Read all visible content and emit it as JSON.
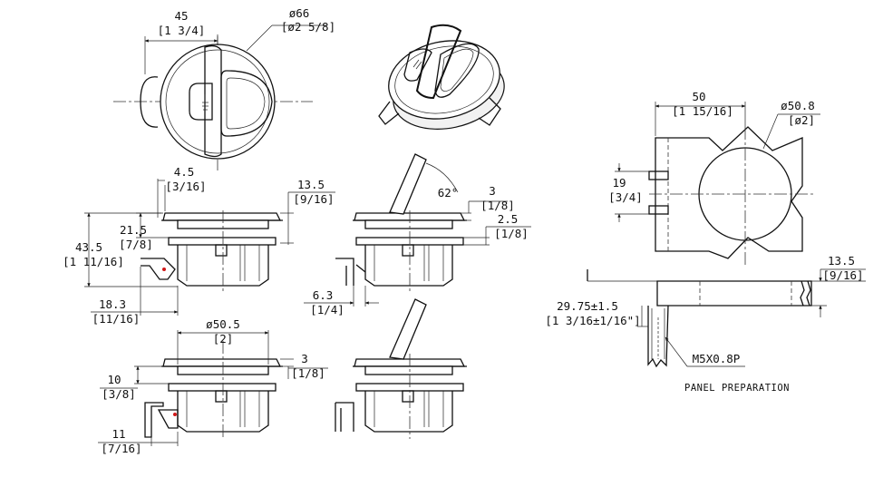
{
  "top_view": {
    "width_mm": "45",
    "width_in": "[1 3/4]",
    "diameter_mm": "ø66",
    "diameter_in": "[ø2 5/8]"
  },
  "side_view_closed": {
    "offset_mm": "4.5",
    "offset_in": "[3/16]",
    "bezel_mm": "13.5",
    "bezel_in": "[9/16]",
    "upper_mm": "21.5",
    "upper_in": "[7/8]",
    "height_mm": "43.5",
    "height_in": "[1 11/16]",
    "latch_mm": "18.3",
    "latch_in": "[11/16]"
  },
  "side_view_open": {
    "angle": "62°",
    "gap1_mm": "3",
    "gap1_in": "[1/8]",
    "gap2_mm": "2.5",
    "gap2_in": "[1/8]",
    "latch_mm": "6.3",
    "latch_in": "[1/4]"
  },
  "bottom_view": {
    "diameter_mm": "ø50.5",
    "diameter_in": "[2]",
    "gap_mm": "3",
    "gap_in": "[1/8]",
    "thick_mm": "10",
    "thick_in": "[3/8]",
    "latch_mm": "11",
    "latch_in": "[7/16]"
  },
  "panel_preparation": {
    "label": "PANEL PREPARATION",
    "width_mm": "50",
    "width_in": "[1 15/16]",
    "hole_mm": "ø50.8",
    "hole_in": "[ø2]",
    "slot_mm": "19",
    "slot_in": "[3/4]",
    "panel_mm": "13.5",
    "panel_in": "[9/16]",
    "depth_mm": "29.75±1.5",
    "depth_in": "[1 3/16±1/16\"]",
    "screw": "M5X0.8P"
  }
}
